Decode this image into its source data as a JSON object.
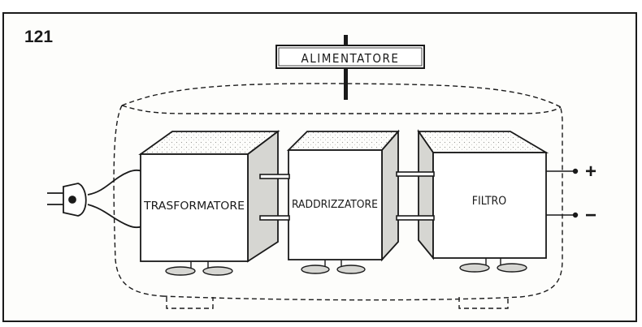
{
  "figure": {
    "number": "121"
  },
  "sign": {
    "label": "ALIMENTATORE"
  },
  "blocks": [
    {
      "label": "TRASFORMATORE"
    },
    {
      "label": "RADDRIZZATORE"
    },
    {
      "label": "FILTRO"
    }
  ],
  "outputs": {
    "positive": "+",
    "negative": "−"
  },
  "colors": {
    "ink": "#1a1a1a",
    "paper": "#fdfdfb",
    "shade": "#d6d6d2"
  }
}
